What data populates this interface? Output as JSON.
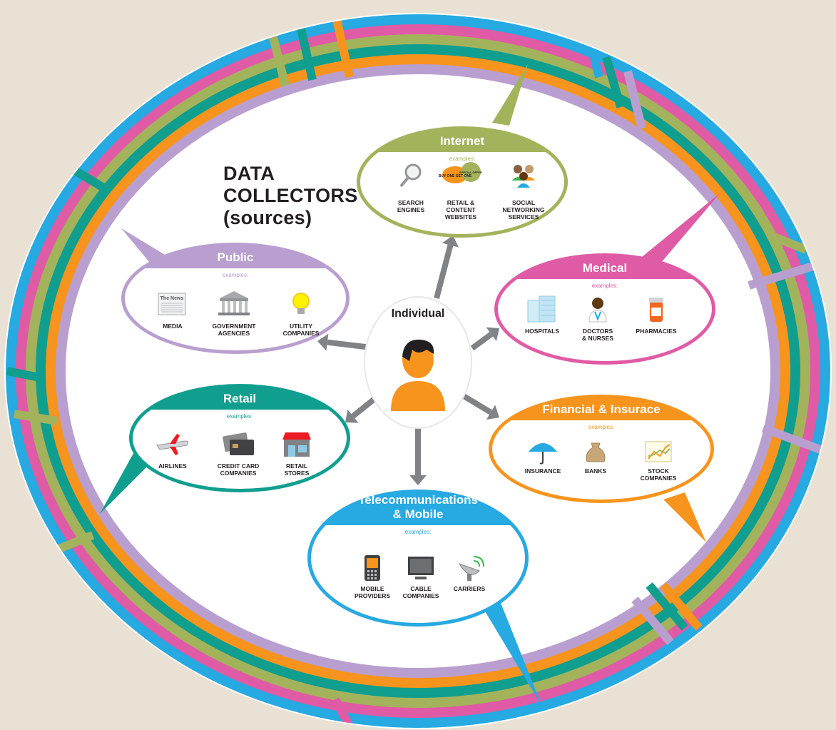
{
  "title": {
    "line1": "DATA",
    "line2": "COLLECTORS",
    "line3": "(sources)"
  },
  "center": {
    "label": "Individual",
    "icon": "person-icon"
  },
  "colors": {
    "background": "#e9e2d4",
    "ring_blue": "#27a9e1",
    "ring_pink": "#e05ba5",
    "ring_green": "#a3b35c",
    "ring_teal": "#109e8f",
    "ring_orange": "#f7941d",
    "ring_lavender": "#b99fcf",
    "arrow": "#808285",
    "text": "#231f20"
  },
  "categories": [
    {
      "key": "internet",
      "title": "Internet",
      "color": "#a3b35c",
      "examples_label": "examples:",
      "items": [
        {
          "label": [
            "SEARCH",
            "ENGINES"
          ],
          "icon": "magnifier-icon"
        },
        {
          "label": [
            "RETAIL &",
            "CONTENT",
            "WEBSITES"
          ],
          "icon": "sale-badges-icon"
        },
        {
          "label": [
            "SOCIAL",
            "NETWORKING",
            "SERVICES"
          ],
          "icon": "people-group-icon"
        }
      ]
    },
    {
      "key": "public",
      "title": "Public",
      "color": "#b99fcf",
      "examples_label": "examples:",
      "items": [
        {
          "label": [
            "MEDIA"
          ],
          "icon": "newspaper-icon"
        },
        {
          "label": [
            "GOVERNMENT",
            "AGENCIES"
          ],
          "icon": "government-building-icon"
        },
        {
          "label": [
            "UTILITY",
            "COMPANIES"
          ],
          "icon": "light-bulb-icon"
        }
      ]
    },
    {
      "key": "medical",
      "title": "Medical",
      "color": "#e05ba5",
      "examples_label": "examples:",
      "items": [
        {
          "label": [
            "HOSPITALS"
          ],
          "icon": "hospital-building-icon"
        },
        {
          "label": [
            "DOCTORS",
            "& NURSES"
          ],
          "icon": "doctor-icon"
        },
        {
          "label": [
            "PHARMACIES"
          ],
          "icon": "pill-bottle-icon"
        }
      ]
    },
    {
      "key": "retail",
      "title": "Retail",
      "color": "#109e8f",
      "examples_label": "examples:",
      "items": [
        {
          "label": [
            "AIRLINES"
          ],
          "icon": "airplane-icon"
        },
        {
          "label": [
            "CREDIT CARD",
            "COMPANIES"
          ],
          "icon": "credit-card-icon"
        },
        {
          "label": [
            "RETAIL",
            "STORES"
          ],
          "icon": "storefront-icon"
        }
      ]
    },
    {
      "key": "financial",
      "title": "Financial & Insurace",
      "color": "#f7941d",
      "examples_label": "examples:",
      "items": [
        {
          "label": [
            "INSURANCE"
          ],
          "icon": "umbrella-icon"
        },
        {
          "label": [
            "BANKS"
          ],
          "icon": "money-bag-icon"
        },
        {
          "label": [
            "STOCK",
            "COMPANIES"
          ],
          "icon": "stock-chart-icon"
        }
      ]
    },
    {
      "key": "telecom",
      "title": [
        "Telecommunications",
        "& Mobile"
      ],
      "color": "#27a9e1",
      "examples_label": "examples:",
      "items": [
        {
          "label": [
            "MOBILE",
            "PROVIDERS"
          ],
          "icon": "mobile-phone-icon"
        },
        {
          "label": [
            "CABLE",
            "COMPANIES"
          ],
          "icon": "tv-monitor-icon"
        },
        {
          "label": [
            "CARRIERS"
          ],
          "icon": "satellite-dish-icon"
        }
      ]
    }
  ],
  "badge_text": {
    "buy_one": "BUY ONE GET ONE",
    "special": "SPECIAL OFFER",
    "newspaper": "The News"
  }
}
